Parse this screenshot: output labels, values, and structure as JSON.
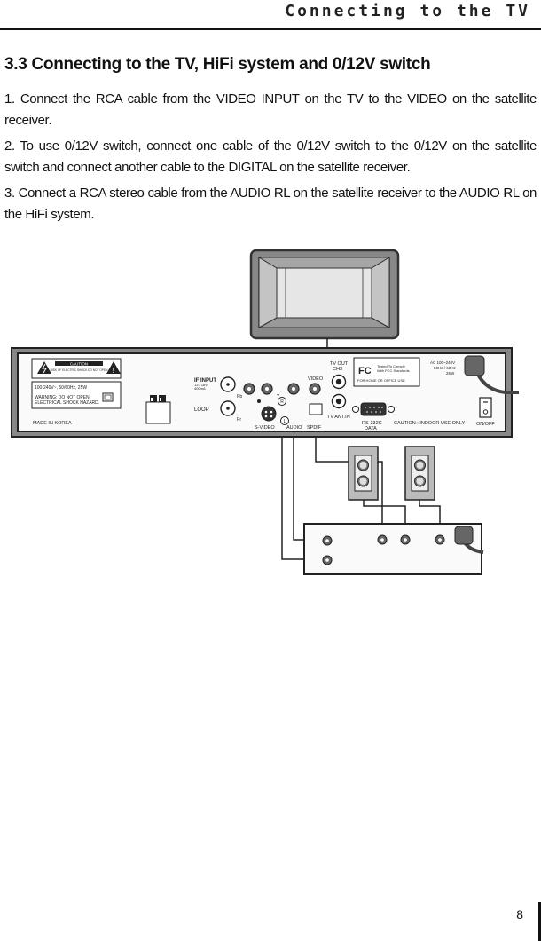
{
  "header": {
    "running_title": "Connecting to the TV"
  },
  "section": {
    "title": "3.3 Connecting to the TV, HiFi system and 0/12V switch",
    "paragraphs": [
      "1. Connect the RCA cable from the VIDEO INPUT on the TV to the VIDEO on the satellite receiver.",
      "2. To use 0/12V switch, connect one cable of the 0/12V switch to the 0/12V on the satellite switch and connect another cable to the DIGITAL on the satellite receiver.",
      "3. Connect a RCA stereo cable from the AUDIO RL on the satellite receiver to the AUDIO RL on the HiFi system."
    ]
  },
  "receiver_panel": {
    "caution_title": "CAUTION",
    "caution_sub": "RISK OF ELECTRIC SHOCK DO NOT OPEN",
    "power_rating": "100-240V~, 50/60Hz, 25W",
    "warning_line1": "WARNING: DO NOT OPEN.",
    "warning_line2": "ELECTRICAL SHOCK HAZARD.",
    "made_in": "MADE IN KOREA",
    "if_input": "IF INPUT",
    "if_input_sub1": "13 / 18V",
    "if_input_sub2": "400mA",
    "loop": "LOOP",
    "pb": "Pb",
    "pr": "Pr",
    "y": "Y",
    "r": "R",
    "l": "L",
    "video": "VIDEO",
    "s_video": "S-VIDEO",
    "audio": "AUDIO",
    "spdif": "SPDIF",
    "tv_out": "TV OUT",
    "tv_out_ch": "CH3",
    "tv_ant_in": "TV ANT.IN",
    "fcc_mark": "FC",
    "fcc_line1": "Tested To Comply",
    "fcc_line2": "With FCC Standards",
    "fcc_line3": "FOR HOME OR OFFICE USE",
    "rs232": "RS-232C",
    "rs232_sub": "DATA",
    "caution_indoor": "CAUTION : INDOOR USE ONLY",
    "ac_line1": "AC 100~240V",
    "ac_line2": "50Hz / 60Hz",
    "ac_line3": "25W",
    "on_off": "ON/OFF"
  },
  "footer": {
    "page_number": "8"
  }
}
